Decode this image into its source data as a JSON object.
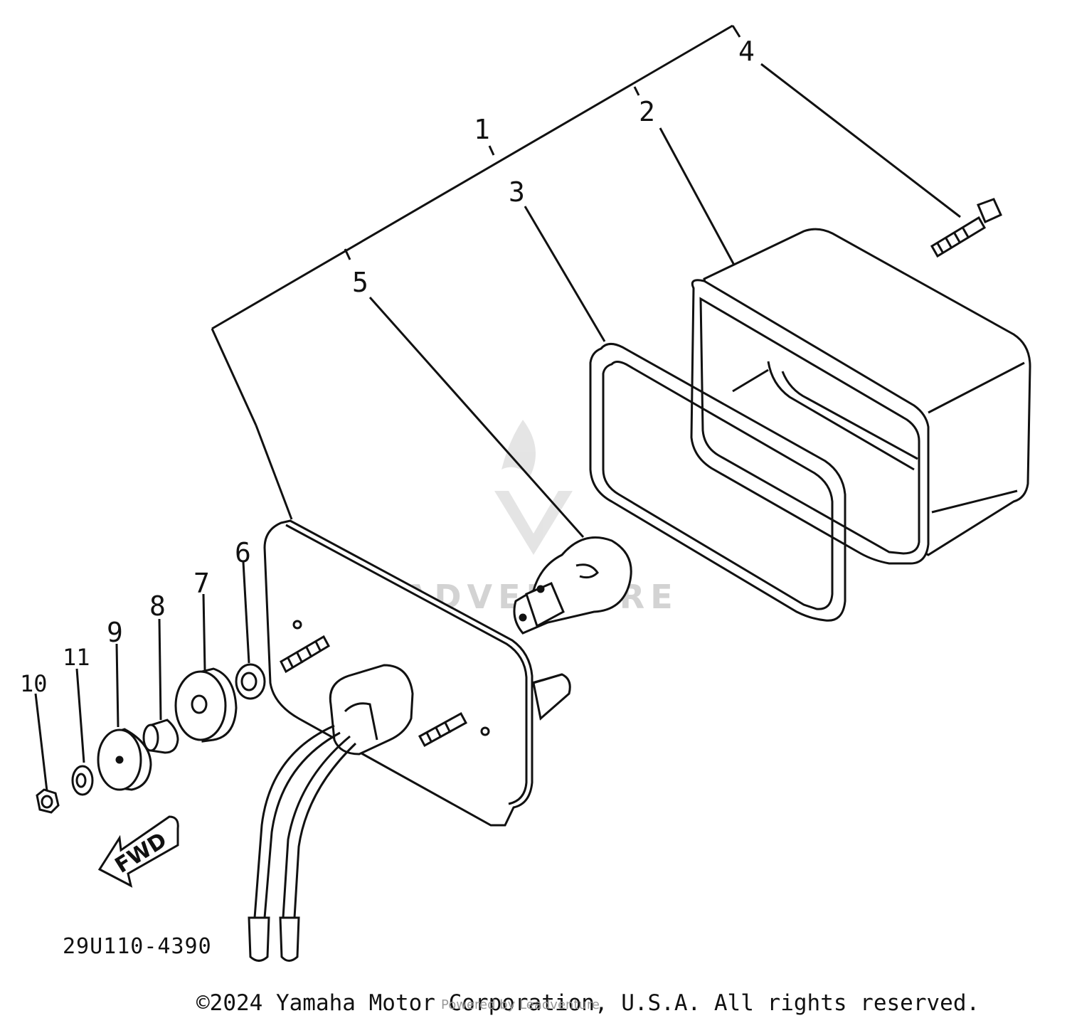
{
  "part_numbers": [
    "1",
    "2",
    "3",
    "4",
    "5",
    "6",
    "7",
    "8",
    "9",
    "10",
    "11"
  ],
  "fwd_label": "FWD",
  "diagram_code": "29U110-4390",
  "watermark": "LEADVENTURE",
  "copyright": "©2024 Yamaha Motor Corporation, U.S.A. All rights reserved.",
  "copyright_overlay": "Powered by Leadventure"
}
